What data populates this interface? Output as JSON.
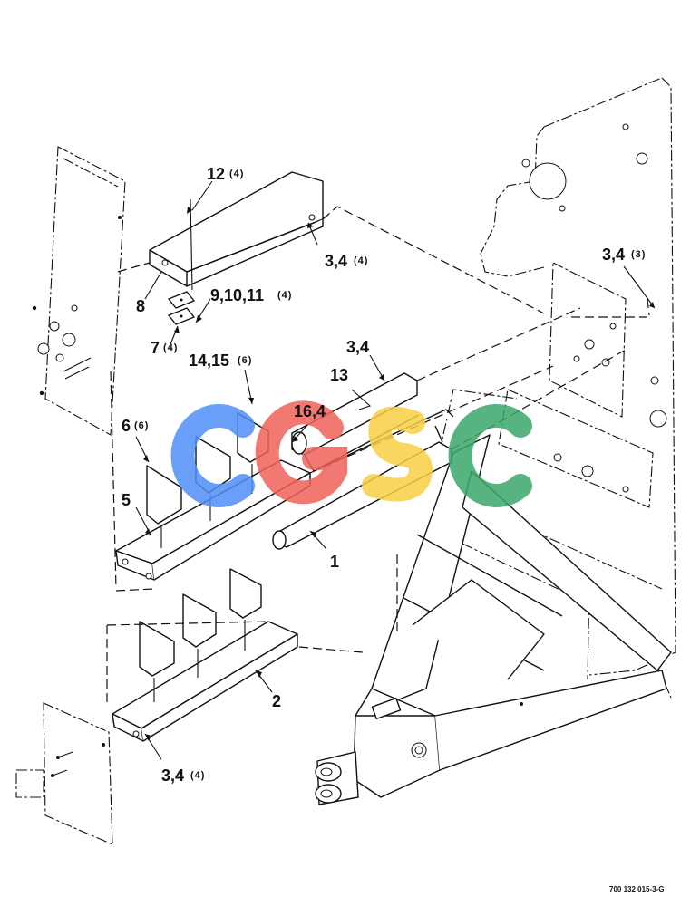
{
  "callouts": {
    "c1": "1",
    "c2": "2",
    "c5": "5",
    "c6": "6",
    "c6q": "(6)",
    "c7": "7",
    "c7q": "(4)",
    "c8": "8",
    "c9": "9,10,11",
    "c9q": "(4)",
    "c12": "12",
    "c12q": "(4)",
    "c13": "13",
    "c14": "14,15",
    "c14q": "(6)",
    "c16": "16,4",
    "c34a": "3,4",
    "c34aq": "(4)",
    "c34b": "3,4",
    "c34bq": "(3)",
    "c34c": "3,4",
    "c34d": "3,4",
    "c34dq": "(4)"
  },
  "watermark": {
    "text": "CGSC",
    "colors": [
      "#4f8ff7",
      "#f0625a",
      "#f7cf45",
      "#3aa86b"
    ]
  },
  "reference_number": "700 132 015-3-G"
}
